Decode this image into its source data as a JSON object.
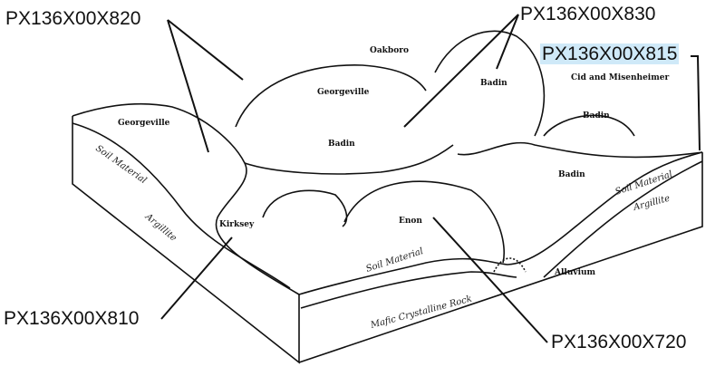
{
  "callouts": {
    "c820": "PX136X00X820",
    "c830": "PX136X00X830",
    "c815": "PX136X00X815",
    "c810": "PX136X00X810",
    "c720": "PX136X00X720"
  },
  "map_labels": {
    "oakboro": "Oakboro",
    "georgeville_top": "Georgeville",
    "badin_top": "Badin",
    "cid": "Cid and Misenheimer",
    "badin_small": "Badin",
    "badin_center": "Badin",
    "georgeville_left": "Georgeville",
    "badin_right": "Badin",
    "kirksey": "Kirksey",
    "enon": "Enon",
    "alluvium": "Alluvium"
  },
  "layer_labels": {
    "soil_left": "Soil Material",
    "argillite_left": "Argillite",
    "soil_front": "Soil Material",
    "mafic": "Mafic Crystalline Rock",
    "soil_right": "Soil Material",
    "argillite_right": "Argillite"
  },
  "colors": {
    "highlight": "#cfe9f8",
    "ink": "#111111"
  }
}
